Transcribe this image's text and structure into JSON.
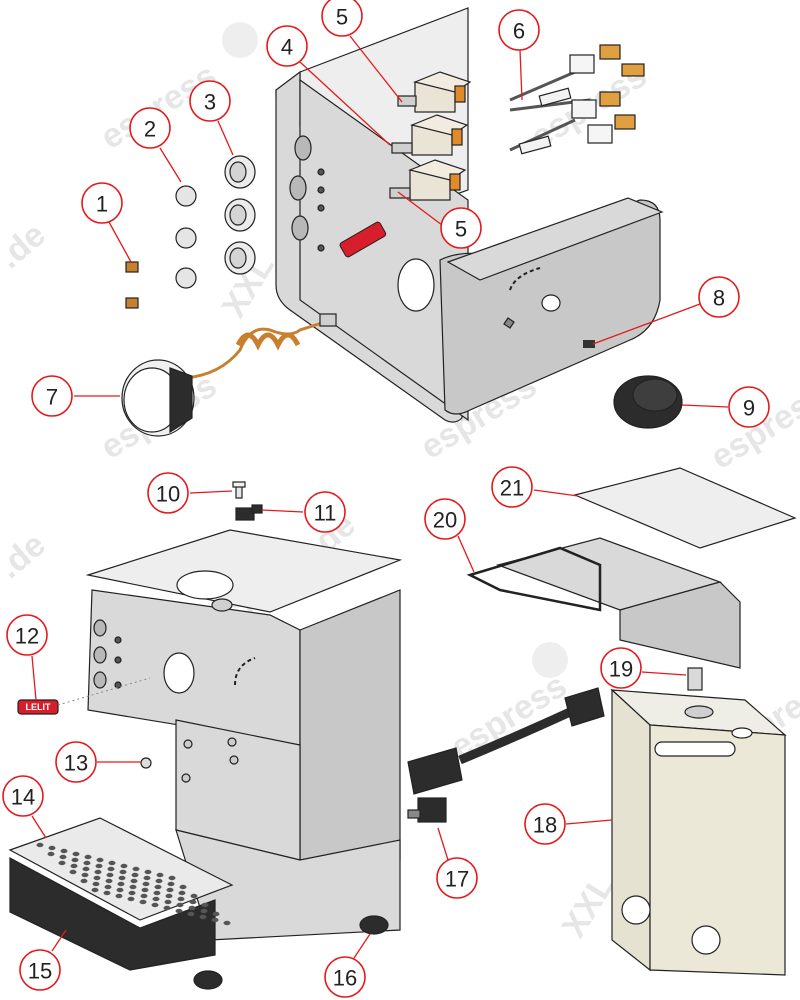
{
  "watermark": {
    "segments": [
      "espress",
      "XXL",
      ".de"
    ]
  },
  "callouts": [
    {
      "id": "c1",
      "label": "1"
    },
    {
      "id": "c2",
      "label": "2"
    },
    {
      "id": "c3",
      "label": "3"
    },
    {
      "id": "c4",
      "label": "4"
    },
    {
      "id": "c5a",
      "label": "5"
    },
    {
      "id": "c5b",
      "label": "5"
    },
    {
      "id": "c6",
      "label": "6"
    },
    {
      "id": "c7",
      "label": "7"
    },
    {
      "id": "c8",
      "label": "8"
    },
    {
      "id": "c9",
      "label": "9"
    },
    {
      "id": "c10",
      "label": "10"
    },
    {
      "id": "c11",
      "label": "11"
    },
    {
      "id": "c12",
      "label": "12"
    },
    {
      "id": "c13",
      "label": "13"
    },
    {
      "id": "c14",
      "label": "14"
    },
    {
      "id": "c15",
      "label": "15"
    },
    {
      "id": "c16",
      "label": "16"
    },
    {
      "id": "c17",
      "label": "17"
    },
    {
      "id": "c18",
      "label": "18"
    },
    {
      "id": "c19",
      "label": "19"
    },
    {
      "id": "c20",
      "label": "20"
    },
    {
      "id": "c21",
      "label": "21"
    }
  ],
  "colors": {
    "callout_stroke": "#e4191b",
    "steel": "#d9d9d9",
    "copper": "#c8802e",
    "badge_red": "#d81e2a"
  },
  "badge_text": "LELIT"
}
